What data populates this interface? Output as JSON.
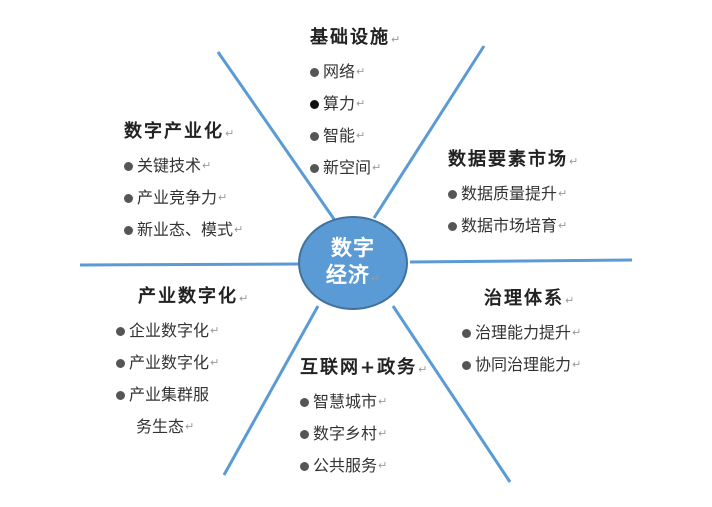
{
  "center": {
    "line1": "数字",
    "line2": "经济"
  },
  "return_mark": "↵",
  "colors": {
    "lines": "#5b9bd5",
    "center_fill": "#5b9bd5",
    "center_border": "#41719c"
  },
  "groups": {
    "infrastructure": {
      "title": "基础设施",
      "items": [
        "网络",
        "算力",
        "智能",
        "新空间"
      ]
    },
    "digital_industrialization": {
      "title": "数字产业化",
      "items": [
        "关键技术",
        "产业竞争力",
        "新业态、模式"
      ]
    },
    "data_market": {
      "title": "数据要素市场",
      "items": [
        "数据质量提升",
        "数据市场培育"
      ]
    },
    "industrial_digitization": {
      "title": "产业数字化",
      "items": [
        "企业数字化",
        "产业数字化",
        "产业集群服",
        "务生态"
      ]
    },
    "governance": {
      "title": "治理体系",
      "items": [
        "治理能力提升",
        "协同治理能力"
      ]
    },
    "internet_gov": {
      "title": "互联网+政务",
      "items": [
        "智慧城市",
        "数字乡村",
        "公共服务"
      ]
    }
  }
}
